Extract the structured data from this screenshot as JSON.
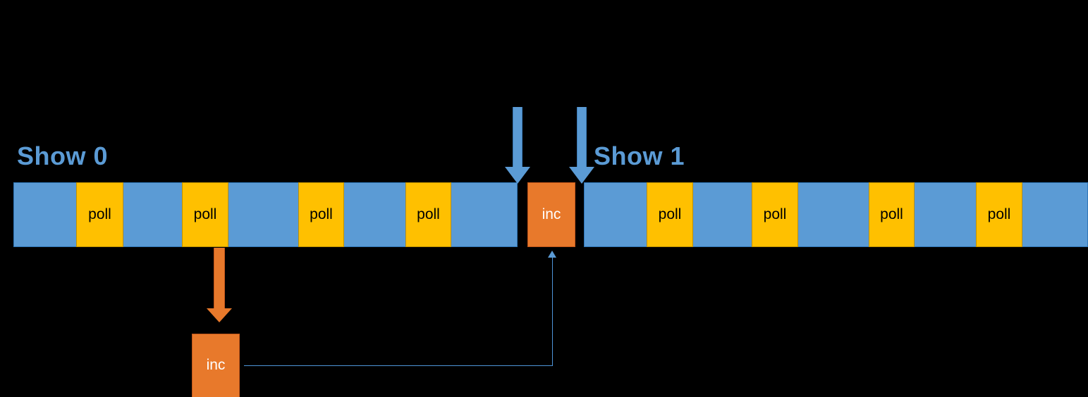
{
  "diagram": {
    "title_show0": "Show 0",
    "title_show1": "Show 1",
    "labels": {
      "poll": "poll",
      "inc": "inc"
    },
    "colors": {
      "background": "#000000",
      "blue": "#5B9BD5",
      "blue_border": "#2E75B6",
      "yellow": "#FFC000",
      "yellow_border": "#BF9000",
      "orange": "#E8792B",
      "orange_border": "#C1561A",
      "connector": "#4E95D9",
      "text_light": "#FFFFFF",
      "text_dark": "#000000"
    },
    "timeline_0": {
      "segments": [
        {
          "kind": "idle",
          "label": ""
        },
        {
          "kind": "event",
          "label": "poll"
        },
        {
          "kind": "idle",
          "label": ""
        },
        {
          "kind": "event",
          "label": "poll"
        },
        {
          "kind": "idle",
          "label": ""
        },
        {
          "kind": "event",
          "label": "poll"
        },
        {
          "kind": "idle",
          "label": ""
        },
        {
          "kind": "event",
          "label": "poll"
        },
        {
          "kind": "idle",
          "label": ""
        }
      ]
    },
    "frame_inc": {
      "kind": "inc",
      "label": "inc"
    },
    "timeline_1": {
      "segments": [
        {
          "kind": "idle",
          "label": ""
        },
        {
          "kind": "event",
          "label": "poll"
        },
        {
          "kind": "idle",
          "label": ""
        },
        {
          "kind": "event",
          "label": "poll"
        },
        {
          "kind": "idle",
          "label": ""
        },
        {
          "kind": "event",
          "label": "poll"
        },
        {
          "kind": "idle",
          "label": ""
        },
        {
          "kind": "event",
          "label": "poll"
        },
        {
          "kind": "idle",
          "label": ""
        }
      ]
    },
    "detached_inc": {
      "label": "inc"
    },
    "markers": {
      "vsync_0": "vsync-marker-0",
      "vsync_1": "vsync-marker-1",
      "dispatch": "dispatch-arrow",
      "result": "result-connector"
    }
  }
}
